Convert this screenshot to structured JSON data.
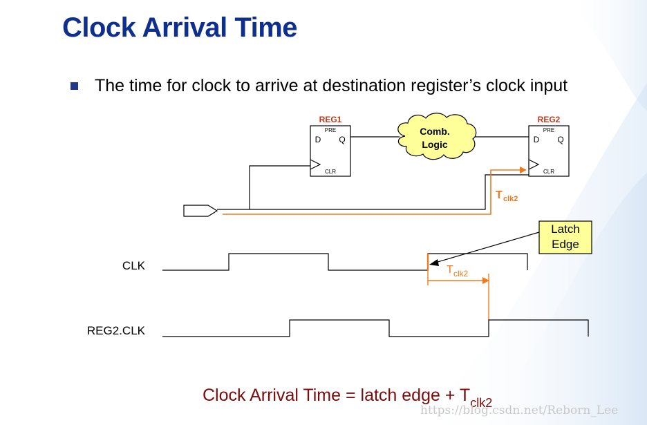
{
  "slide": {
    "title": "Clock Arrival Time",
    "bullet": "The time for clock to arrive at destination register’s clock input"
  },
  "diagram": {
    "reg1": {
      "name": "REG1",
      "pre": "PRE",
      "d": "D",
      "q": "Q",
      "clr": "CLR"
    },
    "reg2": {
      "name": "REG2",
      "pre": "PRE",
      "d": "D",
      "q": "Q",
      "clr": "CLR"
    },
    "comb_logic": {
      "line1": "Comb.",
      "line2": "Logic"
    },
    "tclk2_path": {
      "main": "T",
      "sub": "clk2"
    },
    "latch_edge": {
      "line1": "Latch",
      "line2": "Edge"
    },
    "tclk2_timing": {
      "main": "T",
      "sub": "clk2"
    },
    "signals": {
      "clk": "CLK",
      "reg2_clk": "REG2.CLK"
    }
  },
  "formula": {
    "main": "Clock Arrival Time = latch edge + T",
    "sub": "clk2"
  },
  "watermark": "https://blog.csdn.net/Reborn_Lee",
  "colors": {
    "title": "#0f2f8f",
    "register_label": "#c0381a",
    "clock_path": "#f07a1a",
    "cloud_fill": "#ffff99",
    "callout_fill": "#ffff99",
    "formula": "#7a0c0c",
    "bullet": "#1f3a8a"
  }
}
